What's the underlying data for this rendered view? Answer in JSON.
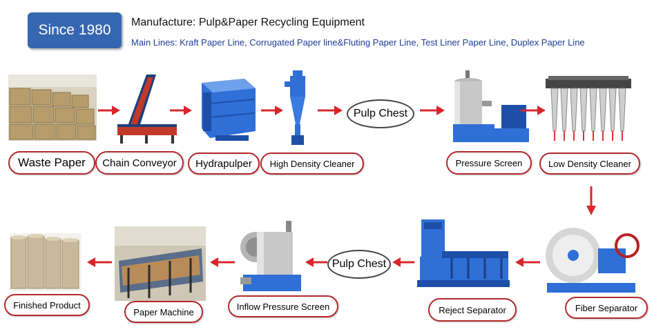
{
  "header": {
    "badge": "Since 1980",
    "title": "Manufacture: Pulp&Paper Recycling Equipment",
    "subtitle": "Main Lines: Kraft Paper Line, Corrugated Paper line&Fluting Paper Line, Test Liner Paper Line, Duplex Paper Line"
  },
  "steps": {
    "waste_paper": "Waste Paper",
    "chain_conveyor": "Chain Conveyor",
    "hydrapulper": "Hydrapulper",
    "hd_cleaner": "High Density Cleaner",
    "pulp_chest_1": "Pulp Chest",
    "pressure_screen": "Pressure Screen",
    "ld_cleaner": "Low Density Cleaner",
    "fiber_separator": "Fiber Separator",
    "reject_separator": "Reject Separator",
    "pulp_chest_2": "Pulp Chest",
    "inflow_screen": "Inflow Pressure Screen",
    "paper_machine": "Paper Machine",
    "finished_product": "Finished Product"
  },
  "colors": {
    "badge": "#3567b0",
    "arrow": "#d9262b",
    "label_border": "#b4282c",
    "machine_blue": "#2f6fd6"
  }
}
